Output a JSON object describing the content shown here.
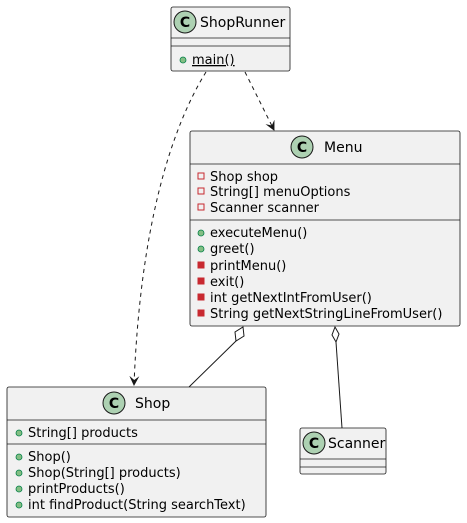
{
  "colors": {
    "box_fill": "#F1F1F1",
    "box_border": "#181818",
    "class_badge": "#ADD1B2",
    "public_marker": "#84BE84",
    "private_marker": "#C82930",
    "line": "#181818"
  },
  "badge_letter": "C",
  "classes": {
    "shoprunner": {
      "name": "ShopRunner",
      "fields": [],
      "methods": [
        {
          "visibility": "public",
          "text": "main()",
          "static": true
        }
      ]
    },
    "menu": {
      "name": "Menu",
      "fields": [
        {
          "visibility": "private",
          "text": "Shop shop"
        },
        {
          "visibility": "private",
          "text": "String[] menuOptions"
        },
        {
          "visibility": "private",
          "text": "Scanner scanner"
        }
      ],
      "methods": [
        {
          "visibility": "public",
          "text": "executeMenu()"
        },
        {
          "visibility": "public",
          "text": "greet()"
        },
        {
          "visibility": "private",
          "text": "printMenu()"
        },
        {
          "visibility": "private",
          "text": "exit()"
        },
        {
          "visibility": "private",
          "text": "int getNextIntFromUser()"
        },
        {
          "visibility": "private",
          "text": "String getNextStringLineFromUser()"
        }
      ]
    },
    "shop": {
      "name": "Shop",
      "fields": [
        {
          "visibility": "public",
          "text": "String[] products"
        }
      ],
      "methods": [
        {
          "visibility": "public",
          "text": "Shop()"
        },
        {
          "visibility": "public",
          "text": "Shop(String[] products)"
        },
        {
          "visibility": "public",
          "text": "printProducts()"
        },
        {
          "visibility": "public",
          "text": "int findProduct(String searchText)"
        }
      ]
    },
    "scanner": {
      "name": "Scanner",
      "fields": [],
      "methods": []
    }
  },
  "relations": [
    {
      "from": "ShopRunner",
      "to": "Shop",
      "kind": "dependency"
    },
    {
      "from": "ShopRunner",
      "to": "Menu",
      "kind": "dependency"
    },
    {
      "from": "Menu",
      "to": "Shop",
      "kind": "aggregation"
    },
    {
      "from": "Menu",
      "to": "Scanner",
      "kind": "aggregation"
    }
  ]
}
